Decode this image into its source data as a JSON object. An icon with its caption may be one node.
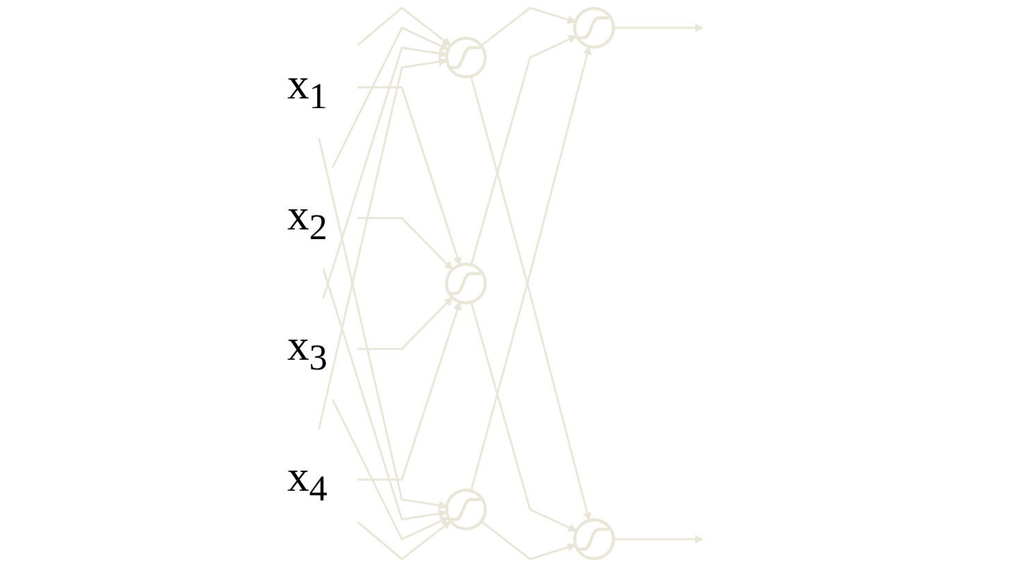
{
  "diagram": {
    "nodes": [
      {
        "text": [
          "x$_{1}$"
        ]
      },
      {
        "text": [
          "x$_{2}$"
        ]
      },
      {
        "text": [
          "x$_{3}$"
        ]
      },
      {
        "text": [
          "x$_{4}$"
        ]
      },
      {
        "text": [],
        "shape": "circle"
      },
      {
        "text": [],
        "shape": "circle"
      },
      {
        "text": [],
        "shape": "circle"
      },
      {
        "text": [],
        "shape": "circle"
      },
      {
        "text": [],
        "shape": "circle"
      }
    ],
    "edges": [
      {
        "from": 0,
        "to": 4,
        "arrow": "to"
      },
      {
        "from": 0,
        "to": 5,
        "arrow": "to"
      },
      {
        "from": 0,
        "to": 6,
        "arrow": "to"
      },
      {
        "from": 1,
        "to": 4,
        "arrow": "to"
      },
      {
        "from": 1,
        "to": 5,
        "arrow": "to"
      },
      {
        "from": 1,
        "to": 6,
        "arrow": "to"
      },
      {
        "from": 2,
        "to": 4,
        "arrow": "to"
      },
      {
        "from": 2,
        "to": 5,
        "arrow": "to"
      },
      {
        "from": 2,
        "to": 6,
        "arrow": "to"
      },
      {
        "from": 3,
        "to": 4,
        "arrow": "to"
      },
      {
        "from": 3,
        "to": 5,
        "arrow": "to"
      },
      {
        "from": 3,
        "to": 6,
        "arrow": "to"
      },
      {
        "from": 4,
        "to": 7,
        "arrow": "to"
      },
      {
        "from": 4,
        "to": 8,
        "arrow": "to"
      },
      {
        "from": 5,
        "to": 7,
        "arrow": "to"
      },
      {
        "from": 5,
        "to": 8,
        "arrow": "to"
      },
      {
        "from": 6,
        "to": 7,
        "arrow": "to"
      },
      {
        "from": 6,
        "to": 8,
        "arrow": "to"
      },
      {
        "from": 7,
        "to": null,
        "arrow": "to"
      },
      {
        "from": 8,
        "to": null,
        "arrow": "to"
      }
    ]
  }
}
